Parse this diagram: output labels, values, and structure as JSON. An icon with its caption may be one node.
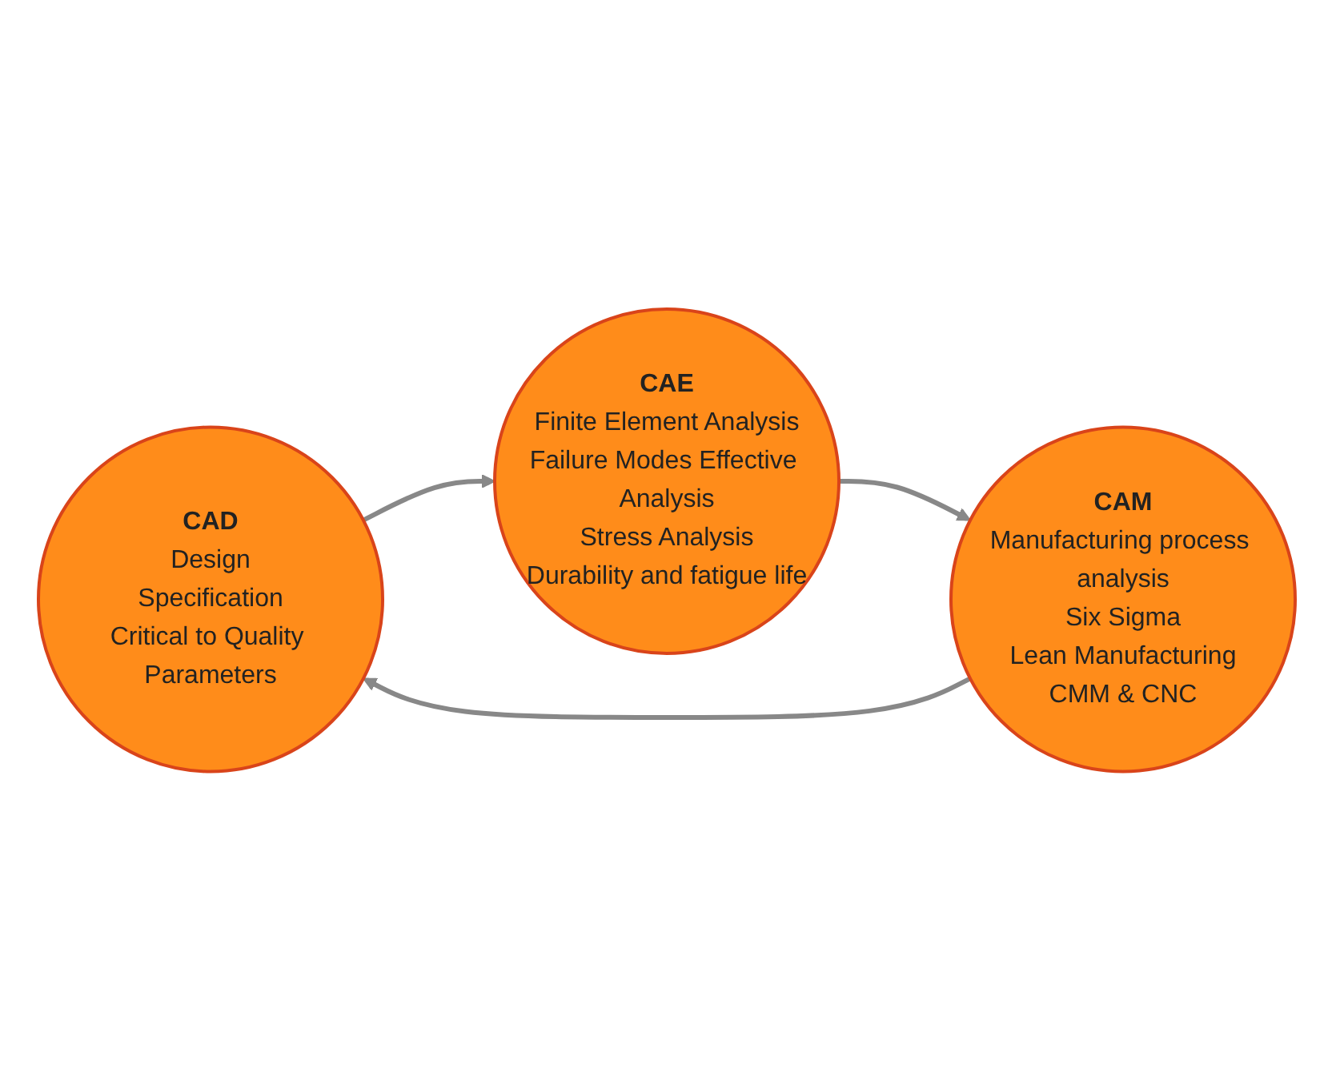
{
  "diagram": {
    "nodes": [
      {
        "text": [
          "CAD",
          "Design",
          "Specification",
          "Critical to Quality Parameters"
        ]
      },
      {
        "text": [
          "CAE",
          "Finite Element Analysis",
          "Failure Modes Effective Analysis",
          "Stress Analysis",
          "Durability and fatigue life"
        ]
      },
      {
        "text": [
          "CAM",
          "Manufacturing process analysis",
          "Six Sigma",
          "Lean Manufacturing",
          "CMM & CNC"
        ]
      }
    ],
    "edges": [
      {
        "from": 0,
        "to": 1,
        "arrow": "to"
      },
      {
        "from": 1,
        "to": 2,
        "arrow": "to"
      },
      {
        "from": 2,
        "to": 0,
        "arrow": "to"
      }
    ]
  }
}
